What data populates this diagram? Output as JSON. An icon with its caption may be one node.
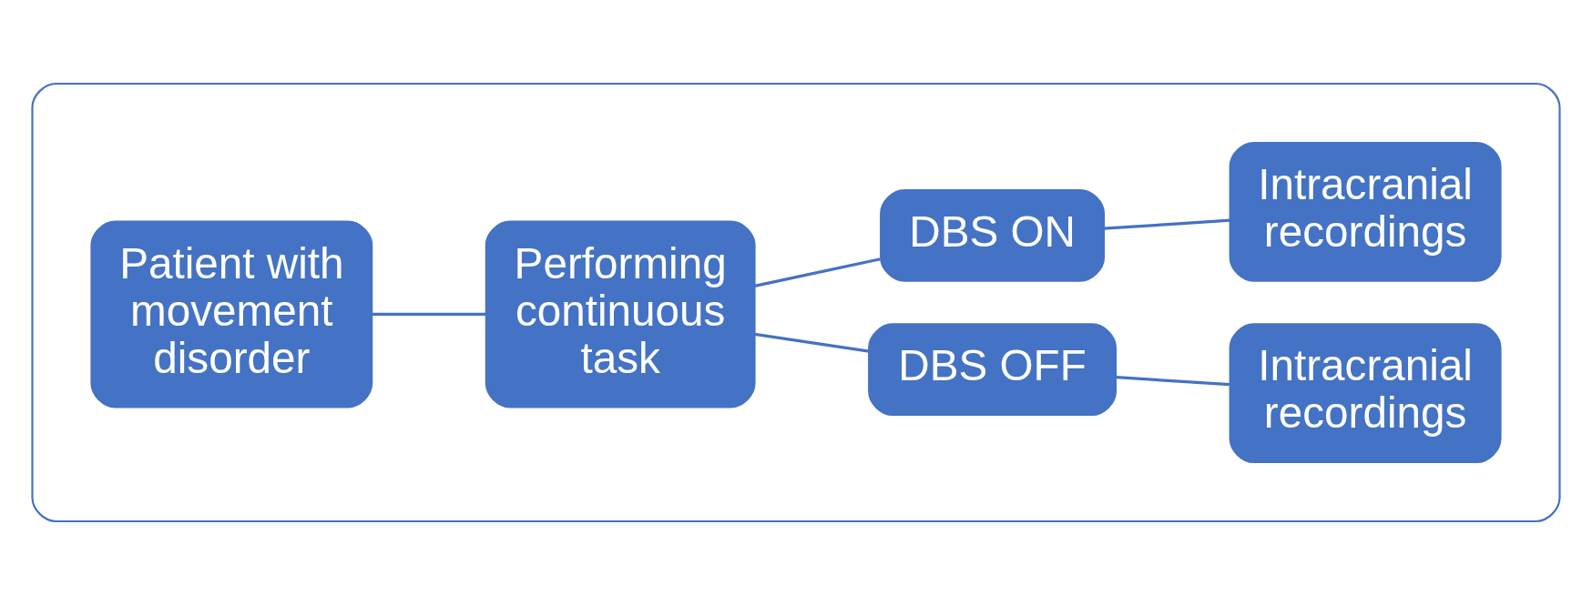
{
  "diagram": {
    "nodes": [
      {
        "text": [],
        "shape": "box"
      },
      {
        "text": [
          "Patient with movement disorder"
        ],
        "in": 0
      },
      {
        "text": [
          "Performing continuous task"
        ],
        "in": 0
      },
      {
        "text": [
          "DBS OFF"
        ],
        "in": 0
      },
      {
        "text": [
          "Intracranial recordings"
        ],
        "in": 0
      },
      {
        "text": [
          "DBS ON"
        ],
        "in": 0
      },
      {
        "text": [
          "Intracranial recordings"
        ],
        "in": 0
      }
    ],
    "edges": [
      {
        "from": 1,
        "to": 2,
        "arrow": "none"
      },
      {
        "from": 2,
        "to": 3,
        "arrow": "none"
      },
      {
        "from": 2,
        "to": 5,
        "arrow": "none"
      },
      {
        "from": 3,
        "to": 4,
        "arrow": "none"
      },
      {
        "from": 5,
        "to": 6,
        "arrow": "none"
      }
    ]
  }
}
